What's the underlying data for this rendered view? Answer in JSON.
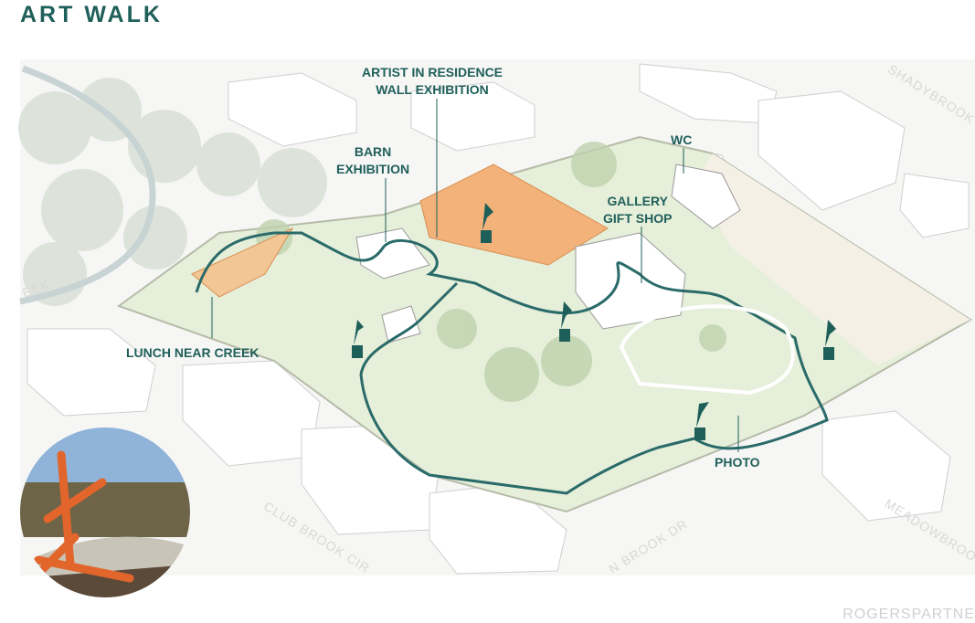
{
  "title": "ART WALK",
  "labels": {
    "artist_residence": [
      "ARTIST IN RESIDENCE",
      "WALL EXHIBITION"
    ],
    "barn": [
      "BARN",
      "EXHIBITION"
    ],
    "wc": "WC",
    "gallery": [
      "GALLERY",
      "GIFT SHOP"
    ],
    "lunch": "LUNCH NEAR CREEK",
    "photo": "PHOTO"
  },
  "streets": {
    "club_brook": "CLUB BROOK CIR",
    "brook_dr": "N BROOK DR",
    "shadybrook": "SHADYBROOK",
    "meadowbrook": "MEADOWBROOK",
    "creek": "EEK"
  },
  "watermark": "ROGERSPARTNE",
  "colors": {
    "accent": "#1f5f5a",
    "path": "#2a6b6a",
    "site_green": "#e6efd9",
    "building_orange": "#f2b27a"
  }
}
